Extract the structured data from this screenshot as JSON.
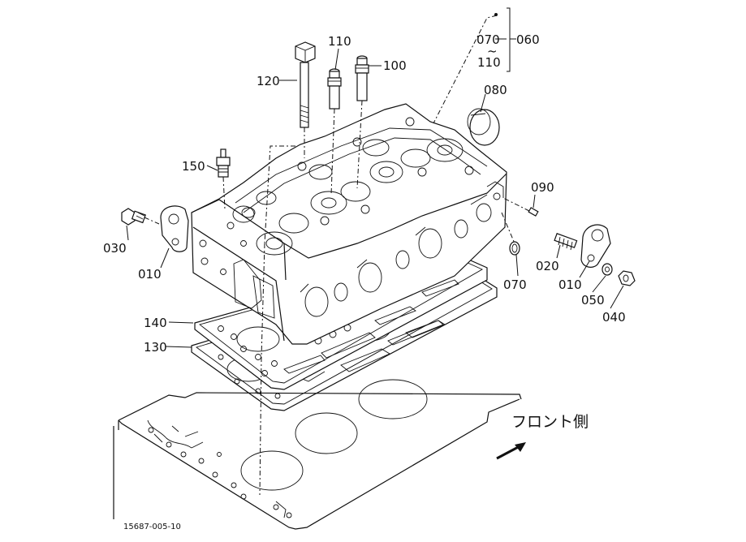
{
  "callouts": {
    "c060": "060",
    "c070a": "070",
    "c110a": "110",
    "c080": "080",
    "c110": "110",
    "c100": "100",
    "c120": "120",
    "c150": "150",
    "c090": "090",
    "c030": "030",
    "c010a": "010",
    "c020": "020",
    "c010b": "010",
    "c070b": "070",
    "c050": "050",
    "c040": "040",
    "c140": "140",
    "c130": "130"
  },
  "range_tilde": "~",
  "front_label": "フロント側",
  "figure_code": "15687-005-10"
}
